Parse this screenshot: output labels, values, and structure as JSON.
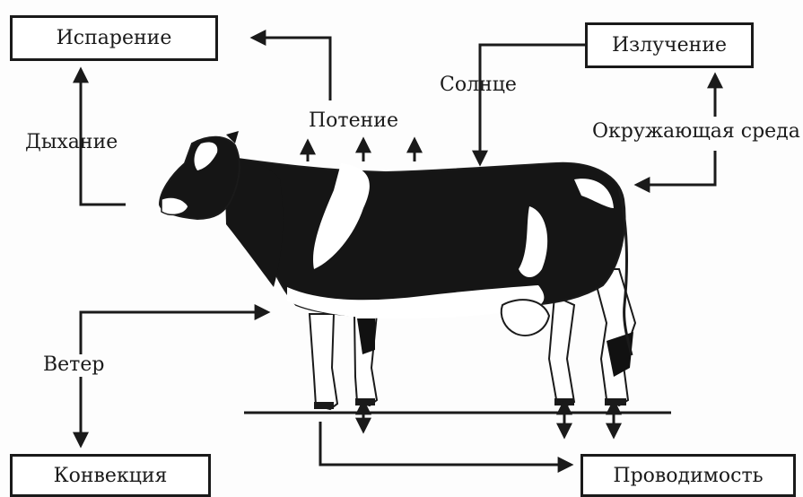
{
  "boxes": {
    "evaporation": "Испарение",
    "radiation": "Излучение",
    "convection": "Конвекция",
    "conduction": "Проводимость"
  },
  "labels": {
    "breathing": "Дыхание",
    "sweating": "Потение",
    "sun": "Солнце",
    "environment": "Окружающая среда",
    "wind": "Ветер"
  }
}
